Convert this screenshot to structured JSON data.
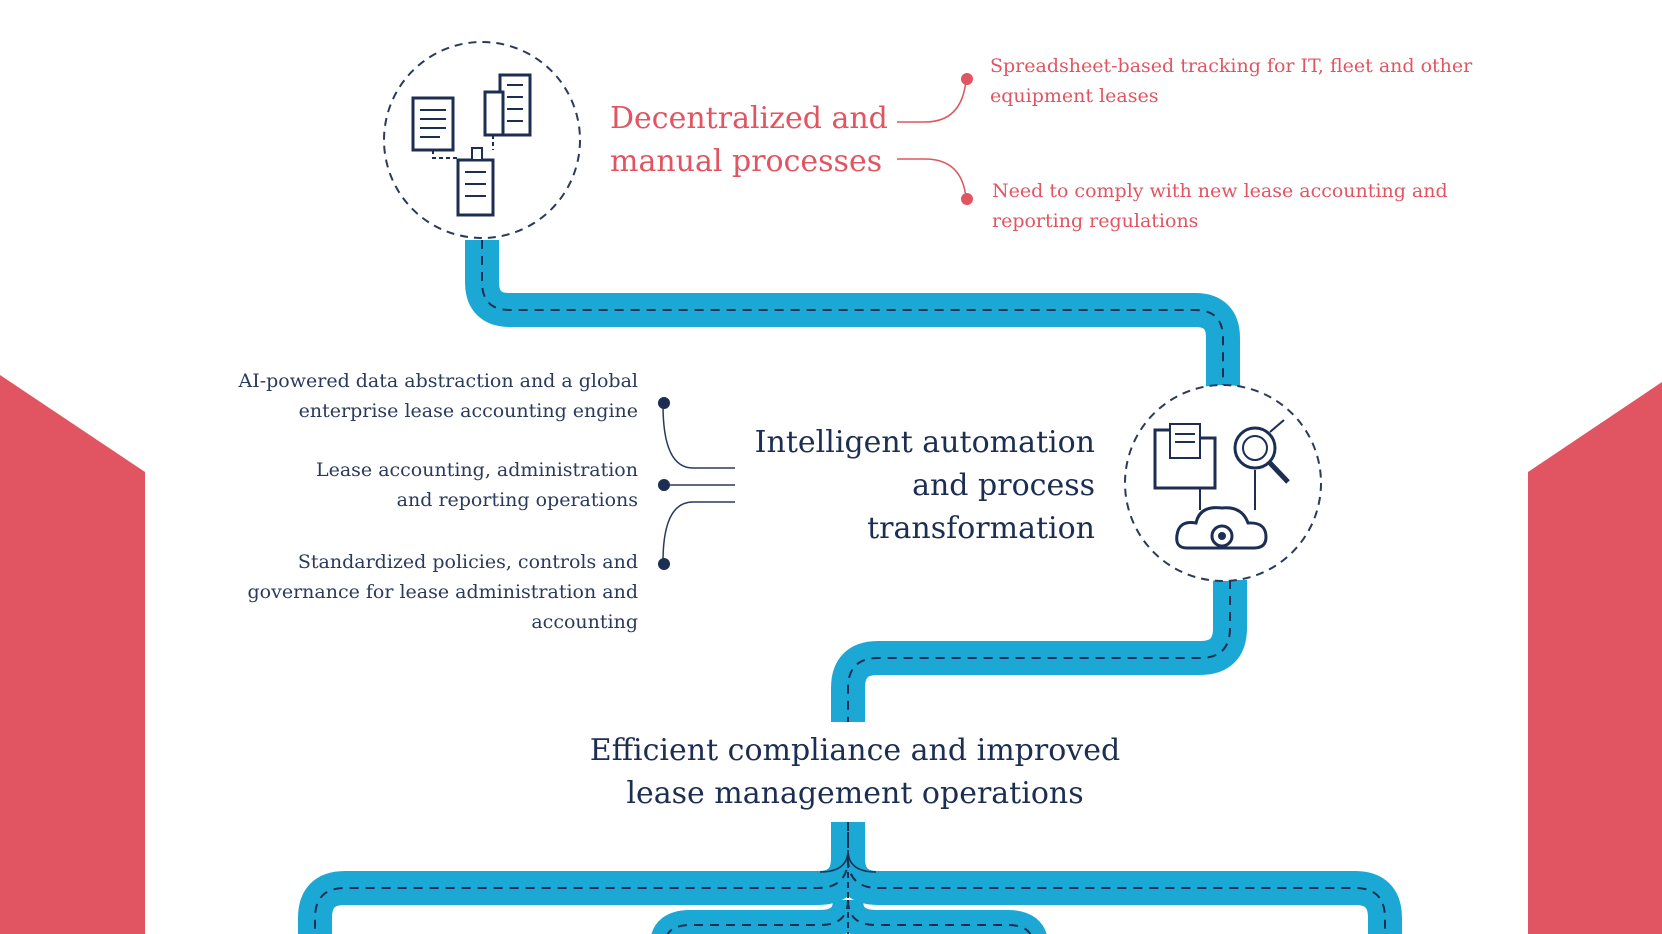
{
  "colors": {
    "accent_red": "#e05561",
    "navy": "#1c2e52",
    "road_blue": "#1ba8d4",
    "background": "#ffffff"
  },
  "stages": [
    {
      "title_lines": [
        "Decentralized and",
        "manual processes"
      ],
      "icon": "documents-buildings-icon",
      "notes": [
        [
          "Spreadsheet-based tracking for IT, fleet and other",
          "equipment leases"
        ],
        [
          "Need to comply with new lease accounting and",
          "reporting regulations"
        ]
      ]
    },
    {
      "title_lines": [
        "Intelligent automation",
        "and process",
        "transformation"
      ],
      "icon": "folder-search-cloud-gear-icon",
      "notes": [
        [
          "AI-powered data abstraction and a global",
          "enterprise lease accounting engine"
        ],
        [
          "Lease accounting, administration",
          "and reporting operations"
        ],
        [
          "Standardized policies, controls and",
          "governance for lease administration and",
          "accounting"
        ]
      ]
    },
    {
      "title_lines": [
        "Efficient compliance and improved",
        "lease management operations"
      ]
    }
  ]
}
